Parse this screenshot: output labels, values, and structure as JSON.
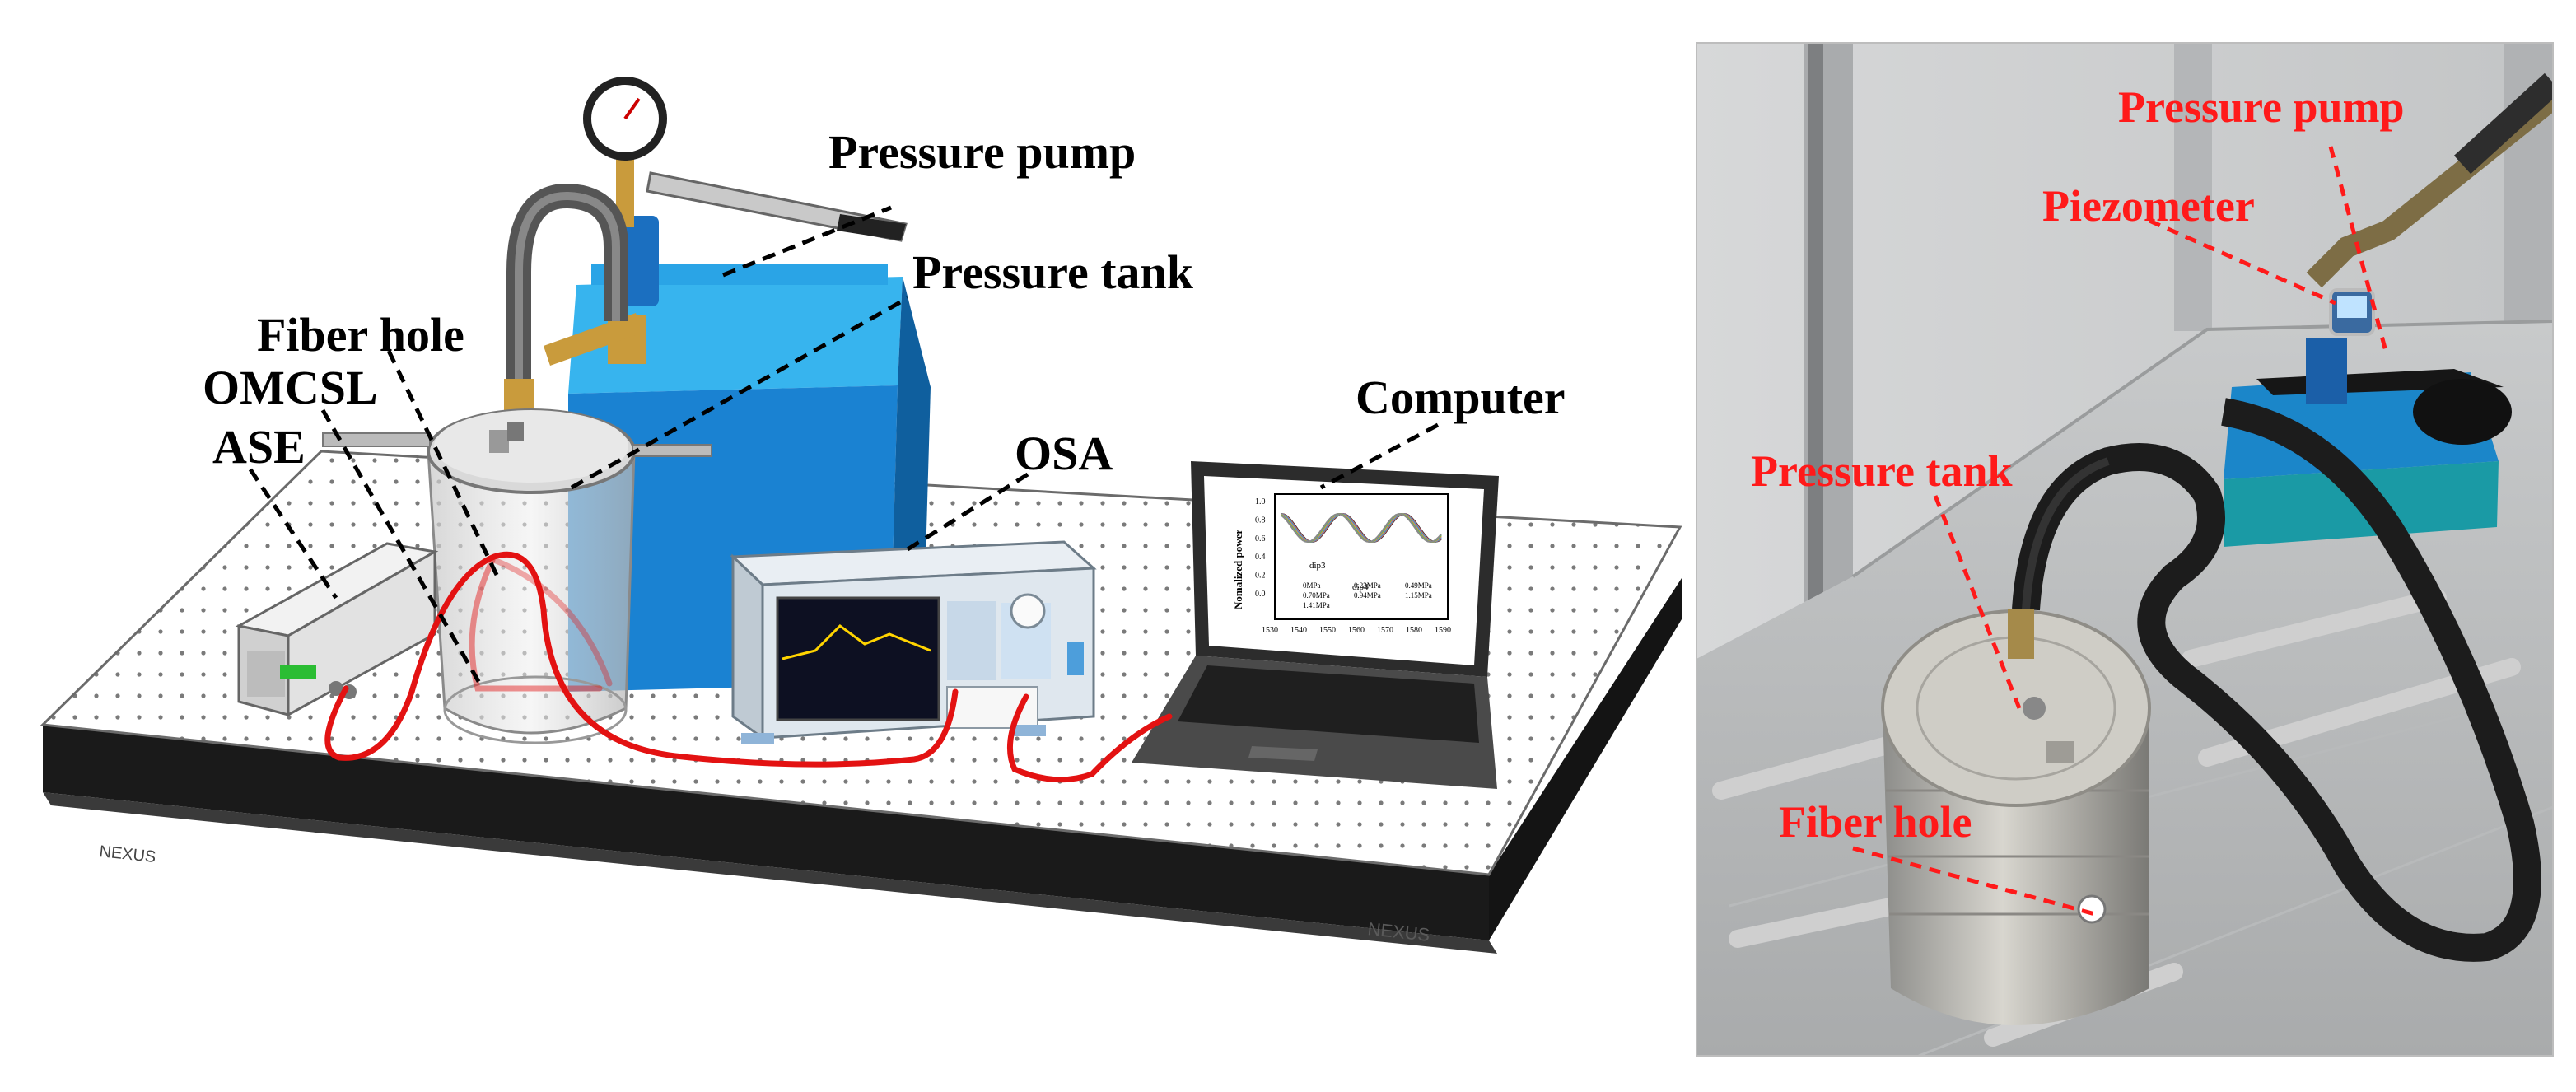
{
  "schematic": {
    "labels": {
      "pressure_pump": "Pressure pump",
      "pressure_tank": "Pressure tank",
      "fiber_hole": "Fiber hole",
      "omcsl": "OMCSL",
      "ase": "ASE",
      "osa": "OSA",
      "computer": "Computer"
    },
    "table_brand": "NEXUS",
    "screen_plot": {
      "ylabel": "Nomalized power",
      "y_ticks": [
        "1.0",
        "0.8",
        "0.6",
        "0.4",
        "0.2",
        "0.0"
      ],
      "x_ticks": [
        "1530",
        "1540",
        "1550",
        "1560",
        "1570",
        "1580",
        "1590"
      ],
      "annotations": [
        "dip3",
        "dip4"
      ],
      "legend": [
        "0MPa",
        "0.23MPa",
        "0.49MPa",
        "0.70MPa",
        "0.94MPa",
        "1.15MPa",
        "1.41MPa"
      ]
    }
  },
  "photo": {
    "labels": {
      "pressure_pump": "Pressure pump",
      "piezometer": "Piezometer",
      "pressure_tank": "Pressure tank",
      "fiber_hole": "Fiber hole"
    }
  },
  "colors": {
    "label_black": "#000000",
    "label_red": "#ff1a1a",
    "fiber": "#e31212",
    "pump_blue": "#1f8fdc"
  }
}
